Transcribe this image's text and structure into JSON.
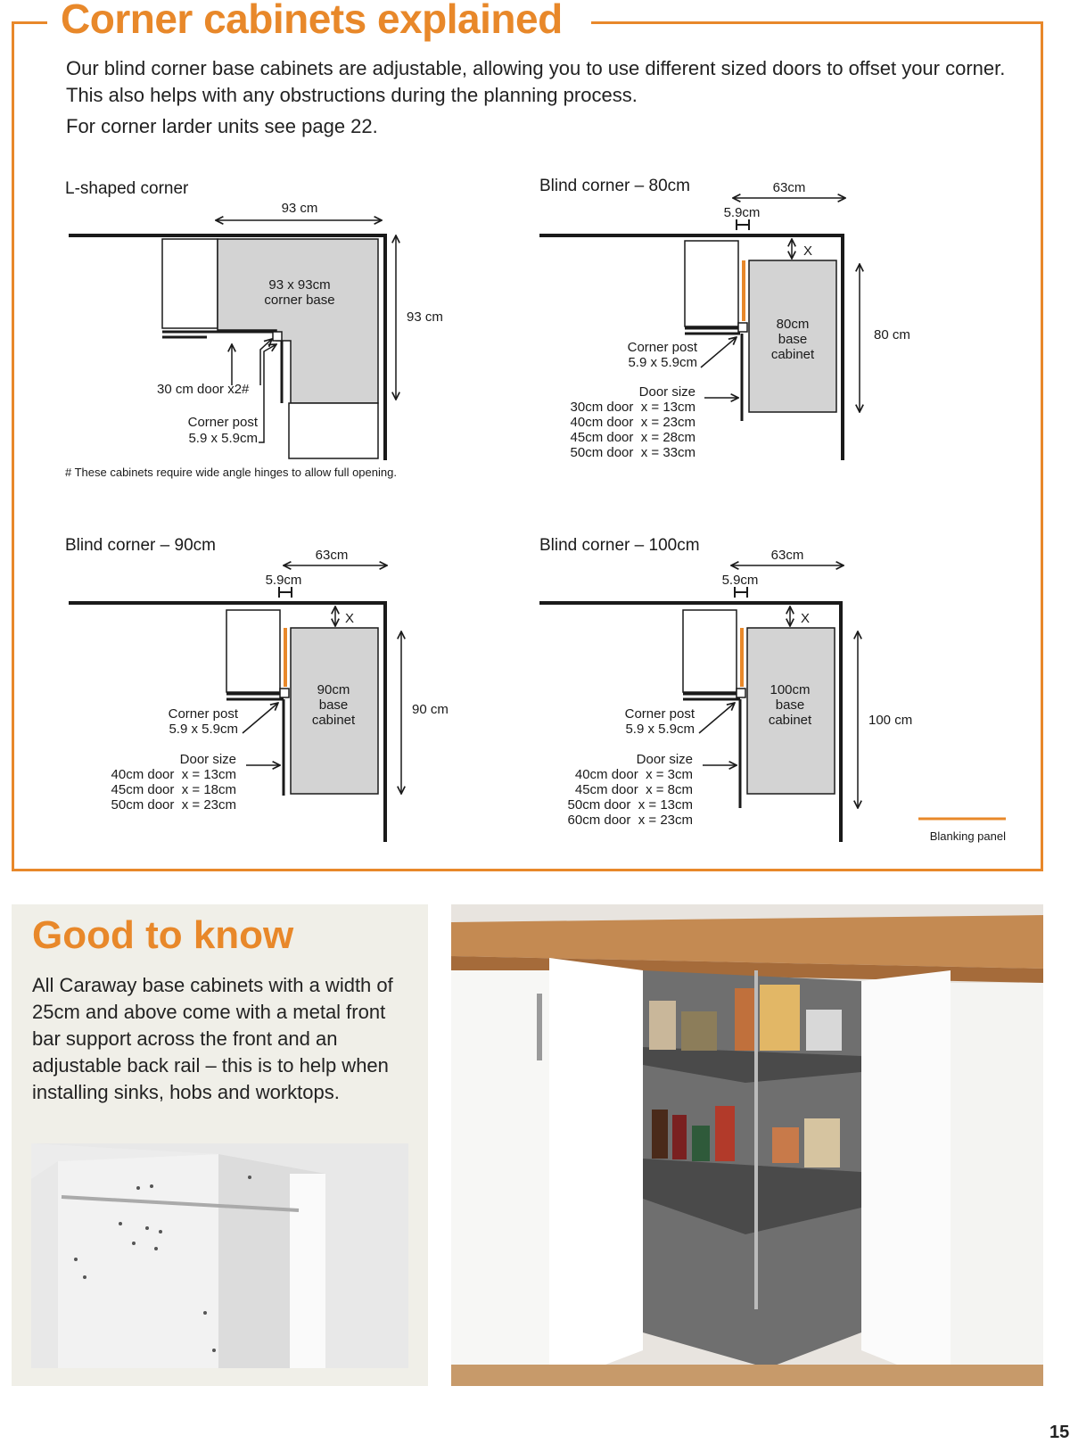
{
  "header": {
    "title": "Corner cabinets explained"
  },
  "intro": {
    "paragraph1": "Our blind corner base cabinets are adjustable, allowing you to use different sized doors to offset your corner. This also helps with any obstructions during the planning process.",
    "paragraph2": "For corner larder units see page 22."
  },
  "diagrams": {
    "l_shaped": {
      "title": "L-shaped corner",
      "width_label": "93 cm",
      "depth_label": "93 cm",
      "cabinet_label1": "93 x 93cm",
      "cabinet_label2": "corner base",
      "door_label": "30 cm door x2#",
      "post_label1": "Corner post",
      "post_label2": "5.9 x 5.9cm",
      "footnote": "# These cabinets require wide angle hinges to allow full opening."
    },
    "blind_80": {
      "title": "Blind corner – 80cm",
      "width_label": "63cm",
      "post_width_label": "5.9cm",
      "x_label": "X",
      "depth_label": "80 cm",
      "cabinet_label1": "80cm",
      "cabinet_label2": "base",
      "cabinet_label3": "cabinet",
      "post_label1": "Corner post",
      "post_label2": "5.9 x 5.9cm",
      "door_size_title": "Door size",
      "door_sizes": [
        "30cm door  x = 13cm",
        "40cm door  x = 23cm",
        "45cm door  x = 28cm",
        "50cm door  x = 33cm"
      ]
    },
    "blind_90": {
      "title": "Blind corner – 90cm",
      "width_label": "63cm",
      "post_width_label": "5.9cm",
      "x_label": "X",
      "depth_label": "90 cm",
      "cabinet_label1": "90cm",
      "cabinet_label2": "base",
      "cabinet_label3": "cabinet",
      "post_label1": "Corner post",
      "post_label2": "5.9 x 5.9cm",
      "door_size_title": "Door size",
      "door_sizes": [
        "40cm door  x = 13cm",
        "45cm door  x = 18cm",
        "50cm door  x = 23cm"
      ]
    },
    "blind_100": {
      "title": "Blind corner – 100cm",
      "width_label": "63cm",
      "post_width_label": "5.9cm",
      "x_label": "X",
      "depth_label": "100 cm",
      "cabinet_label1": "100cm",
      "cabinet_label2": "base",
      "cabinet_label3": "cabinet",
      "post_label1": "Corner post",
      "post_label2": "5.9 x 5.9cm",
      "door_size_title": "Door size",
      "door_sizes": [
        "40cm door  x = 3cm",
        "45cm door  x = 8cm",
        "50cm door  x = 13cm",
        "60cm door  x = 23cm"
      ]
    },
    "legend": {
      "label": "Blanking panel"
    }
  },
  "good_to_know": {
    "title": "Good to know",
    "body": "All Caraway base cabinets with a width of 25cm and above come with a metal front bar support across the front and an adjustable back rail – this is to help when installing sinks, hobs and worktops."
  },
  "colors": {
    "accent": "#e8882a",
    "cabinet_fill": "#d3d3d3",
    "panel_bg": "#f0efe8"
  },
  "page_number": "15"
}
